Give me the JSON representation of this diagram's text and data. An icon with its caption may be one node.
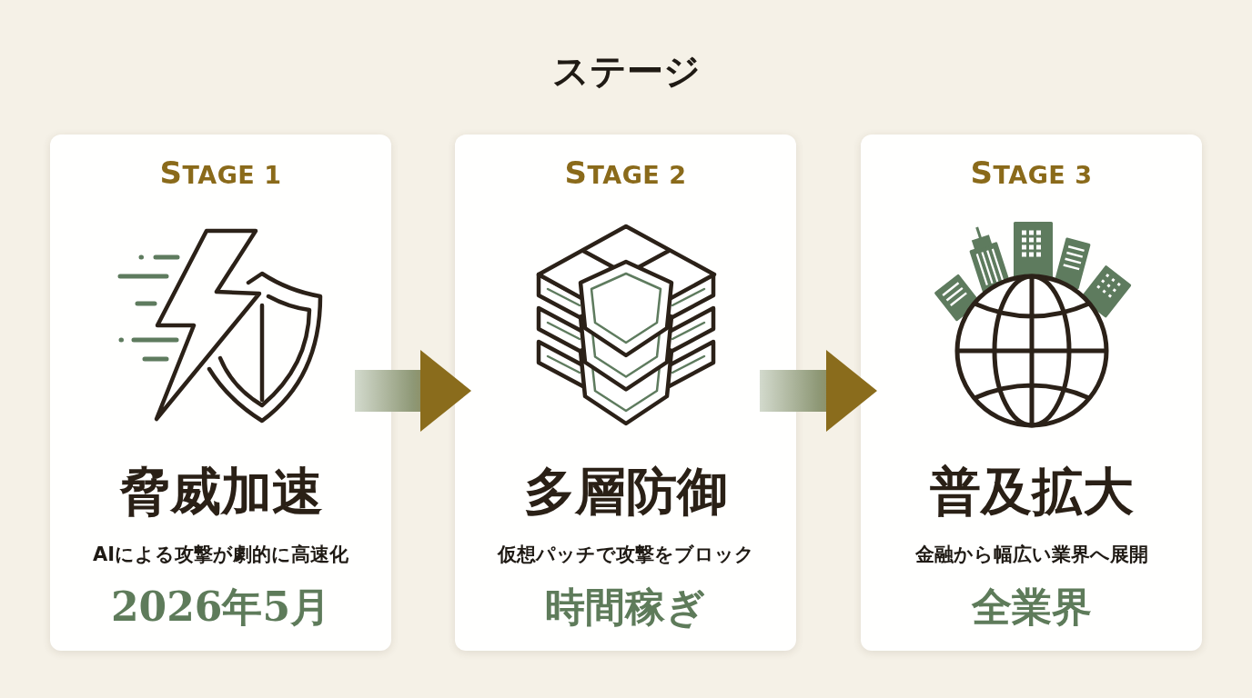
{
  "diagram": {
    "title": "ステージ",
    "nodes": [
      {
        "text": [
          "STAGE 1",
          "脅威加速",
          "AIによる攻撃が劇的に高速化",
          "2026年5月"
        ]
      },
      {
        "text": [
          "STAGE 2",
          "多層防御",
          "仮想パッチで攻撃をブロック",
          "時間稼ぎ"
        ]
      },
      {
        "text": [
          "STAGE 3",
          "普及拡大",
          "金融から幅広い業界へ展開",
          "全業界"
        ]
      }
    ],
    "edges": [
      {
        "from": 0,
        "to": 1,
        "arrow": "to"
      },
      {
        "from": 1,
        "to": 2,
        "arrow": "to"
      }
    ]
  }
}
